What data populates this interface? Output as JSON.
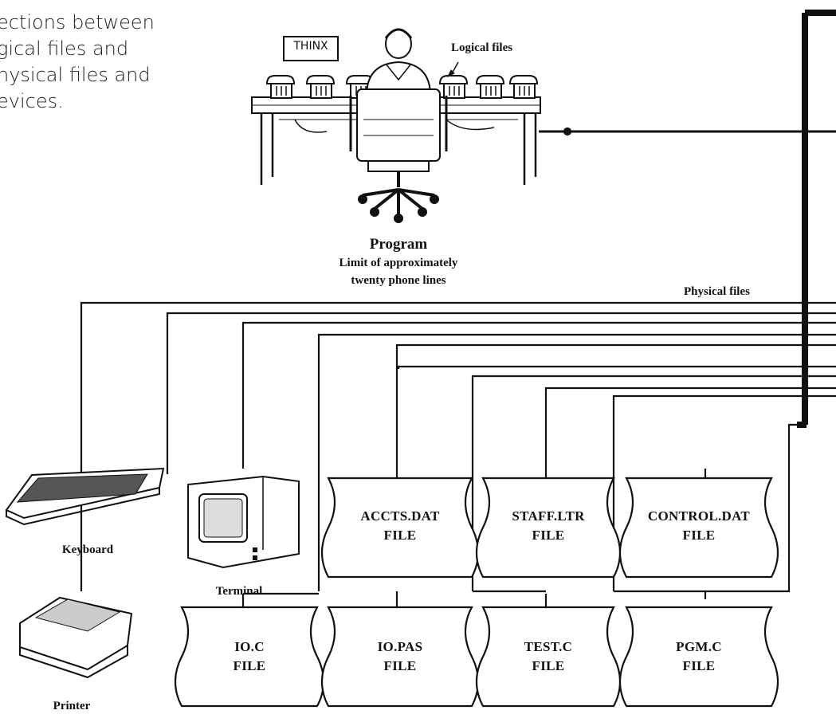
{
  "caption": {
    "line1": "ections between",
    "line2": "gical files and",
    "line3": "hysical files and",
    "line4": "evices."
  },
  "program": {
    "sign": "THINX",
    "logical_files_label": "Logical files",
    "title": "Program",
    "subtitle_line1": "Limit of approximately",
    "subtitle_line2": "twenty phone lines"
  },
  "physical_files_label": "Physical files",
  "devices": {
    "keyboard": "Keyboard",
    "terminal": "Terminal",
    "printer": "Printer"
  },
  "files": [
    {
      "name": "ACCTS.DAT",
      "type": "FILE"
    },
    {
      "name": "STAFF.LTR",
      "type": "FILE"
    },
    {
      "name": "CONTROL.DAT",
      "type": "FILE"
    },
    {
      "name": "IO.C",
      "type": "FILE"
    },
    {
      "name": "IO.PAS",
      "type": "FILE"
    },
    {
      "name": "TEST.C",
      "type": "FILE"
    },
    {
      "name": "PGM.C",
      "type": "FILE"
    }
  ],
  "icons": [
    "telephone-icon",
    "desk-icon",
    "chair-icon",
    "person-icon",
    "keyboard-icon",
    "terminal-icon",
    "printer-icon",
    "file-icon"
  ]
}
